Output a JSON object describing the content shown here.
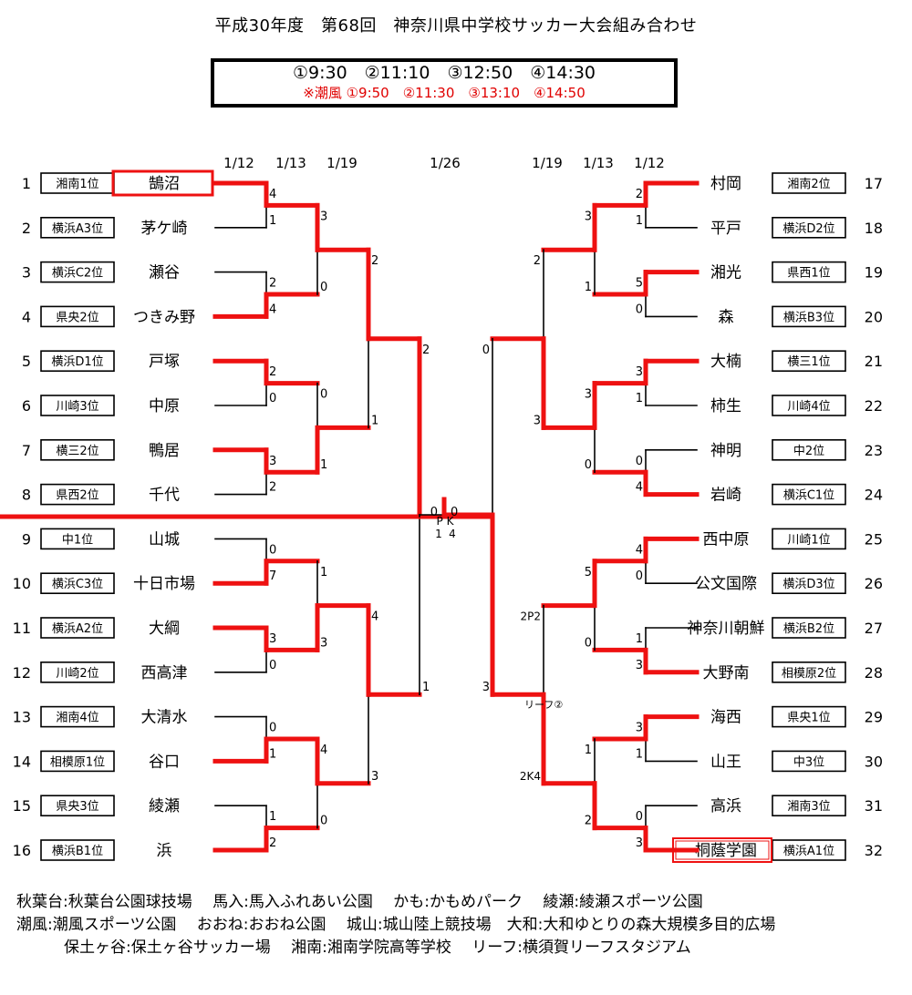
{
  "title": "平成30年度　第68回　神奈川県中学校サッカー大会組み合わせ",
  "times": {
    "line1": "①9:30　②11:10　③12:50　④14:30",
    "line2": "※潮風 ①9:50　②11:30　③13:10　④14:50"
  },
  "dates": {
    "left": [
      "1/12",
      "1/13",
      "1/19"
    ],
    "center": "1/26",
    "right": [
      "1/19",
      "1/13",
      "1/12"
    ]
  },
  "left_teams": [
    {
      "no": "1",
      "seed": "湘南1位",
      "name": "鵠沼",
      "boxed": true
    },
    {
      "no": "2",
      "seed": "横浜A3位",
      "name": "茅ケ崎"
    },
    {
      "no": "3",
      "seed": "横浜C2位",
      "name": "瀬谷"
    },
    {
      "no": "4",
      "seed": "県央2位",
      "name": "つきみ野"
    },
    {
      "no": "5",
      "seed": "横浜D1位",
      "name": "戸塚"
    },
    {
      "no": "6",
      "seed": "川崎3位",
      "name": "中原"
    },
    {
      "no": "7",
      "seed": "横三2位",
      "name": "鴨居"
    },
    {
      "no": "8",
      "seed": "県西2位",
      "name": "千代"
    },
    {
      "no": "9",
      "seed": "中1位",
      "name": "山城"
    },
    {
      "no": "10",
      "seed": "横浜C3位",
      "name": "十日市場"
    },
    {
      "no": "11",
      "seed": "横浜A2位",
      "name": "大綱"
    },
    {
      "no": "12",
      "seed": "川崎2位",
      "name": "西高津"
    },
    {
      "no": "13",
      "seed": "湘南4位",
      "name": "大清水"
    },
    {
      "no": "14",
      "seed": "相模原1位",
      "name": "谷口"
    },
    {
      "no": "15",
      "seed": "県央3位",
      "name": "綾瀬"
    },
    {
      "no": "16",
      "seed": "横浜B1位",
      "name": "浜"
    }
  ],
  "right_teams": [
    {
      "no": "17",
      "seed": "湘南2位",
      "name": "村岡"
    },
    {
      "no": "18",
      "seed": "横浜D2位",
      "name": "平戸"
    },
    {
      "no": "19",
      "seed": "県西1位",
      "name": "湘光"
    },
    {
      "no": "20",
      "seed": "横浜B3位",
      "name": "森"
    },
    {
      "no": "21",
      "seed": "横三1位",
      "name": "大楠"
    },
    {
      "no": "22",
      "seed": "川崎4位",
      "name": "柿生"
    },
    {
      "no": "23",
      "seed": "中2位",
      "name": "神明"
    },
    {
      "no": "24",
      "seed": "横浜C1位",
      "name": "岩崎"
    },
    {
      "no": "25",
      "seed": "川崎1位",
      "name": "西中原"
    },
    {
      "no": "26",
      "seed": "横浜D3位",
      "name": "公文国際"
    },
    {
      "no": "27",
      "seed": "横浜B2位",
      "name": "神奈川朝鮮"
    },
    {
      "no": "28",
      "seed": "相模原2位",
      "name": "大野南"
    },
    {
      "no": "29",
      "seed": "県央1位",
      "name": "海西"
    },
    {
      "no": "30",
      "seed": "中3位",
      "name": "山王"
    },
    {
      "no": "31",
      "seed": "湘南3位",
      "name": "高浜"
    },
    {
      "no": "32",
      "seed": "横浜A1位",
      "name": "桐蔭学園",
      "boxed": true
    }
  ],
  "left_results": {
    "r1": [
      {
        "scores": [
          "4",
          "1"
        ],
        "winner": 0
      },
      {
        "scores": [
          "2",
          "4"
        ],
        "winner": 1
      },
      {
        "scores": [
          "2",
          "0"
        ],
        "winner": 0
      },
      {
        "scores": [
          "3",
          "2"
        ],
        "winner": 0
      },
      {
        "scores": [
          "0",
          "7"
        ],
        "winner": 1
      },
      {
        "scores": [
          "3",
          "0"
        ],
        "winner": 0
      },
      {
        "scores": [
          "0",
          "1"
        ],
        "winner": 1
      },
      {
        "scores": [
          "1",
          "2"
        ],
        "winner": 1
      }
    ],
    "r2": [
      {
        "scores": [
          "3",
          "0"
        ],
        "winner": 0
      },
      {
        "scores": [
          "0",
          "1"
        ],
        "winner": 1
      },
      {
        "scores": [
          "1",
          "3"
        ],
        "winner": 1
      },
      {
        "scores": [
          "4",
          "0"
        ],
        "winner": 0
      }
    ],
    "r3": [
      {
        "scores": [
          "2",
          "1"
        ],
        "winner": 0
      },
      {
        "scores": [
          "4",
          "3"
        ],
        "winner": 0
      }
    ],
    "r4": [
      {
        "scores": [
          "2",
          "1"
        ],
        "winner": 0
      }
    ]
  },
  "right_results": {
    "r1": [
      {
        "scores": [
          "2",
          "1"
        ],
        "winner": 0
      },
      {
        "scores": [
          "5",
          "0"
        ],
        "winner": 0
      },
      {
        "scores": [
          "3",
          "1"
        ],
        "winner": 0
      },
      {
        "scores": [
          "0",
          "4"
        ],
        "winner": 1
      },
      {
        "scores": [
          "4",
          "0"
        ],
        "winner": 0
      },
      {
        "scores": [
          "1",
          "3"
        ],
        "winner": 1
      },
      {
        "scores": [
          "3",
          "1"
        ],
        "winner": 0
      },
      {
        "scores": [
          "0",
          "3"
        ],
        "winner": 1
      }
    ],
    "r2": [
      {
        "scores": [
          "3",
          "1"
        ],
        "winner": 0
      },
      {
        "scores": [
          "3",
          "0"
        ],
        "winner": 0
      },
      {
        "scores": [
          "5",
          "0"
        ],
        "winner": 0
      },
      {
        "scores": [
          "1",
          "2"
        ],
        "winner": 1
      }
    ],
    "r3": [
      {
        "scores": [
          "2",
          "3"
        ],
        "winner": 1
      },
      {
        "scores": [
          "2P2",
          "2K4"
        ],
        "winner": 1
      }
    ],
    "r4": [
      {
        "scores": [
          "0",
          "3"
        ],
        "winner": 1
      }
    ]
  },
  "final": {
    "left_score": "0",
    "right_score": "0",
    "pk_label": "P K",
    "pk_left": "1",
    "pk_right": "4",
    "winner": "right"
  },
  "venue_note": "リーフ②",
  "footer": {
    "line1": "秋葉台:秋葉台公園球技場　 馬入:馬入ふれあい公園　 かも:かもめパーク　 綾瀬:綾瀬スポーツ公園",
    "line2": "潮風:潮風スポーツ公園　 おおね:おおね公園　 城山:城山陸上競技場　大和:大和ゆとりの森大規模多目的広場",
    "line3": "保土ヶ谷:保土ヶ谷サッカー場　 湘南:湘南学院高等学校　 リーフ:横須賀リーフスタジアム"
  },
  "colors": {
    "winner_line": "#ee1111",
    "loser_line": "#000000",
    "timebox_red": "#e00000",
    "team_box_border": "#ee1111"
  }
}
